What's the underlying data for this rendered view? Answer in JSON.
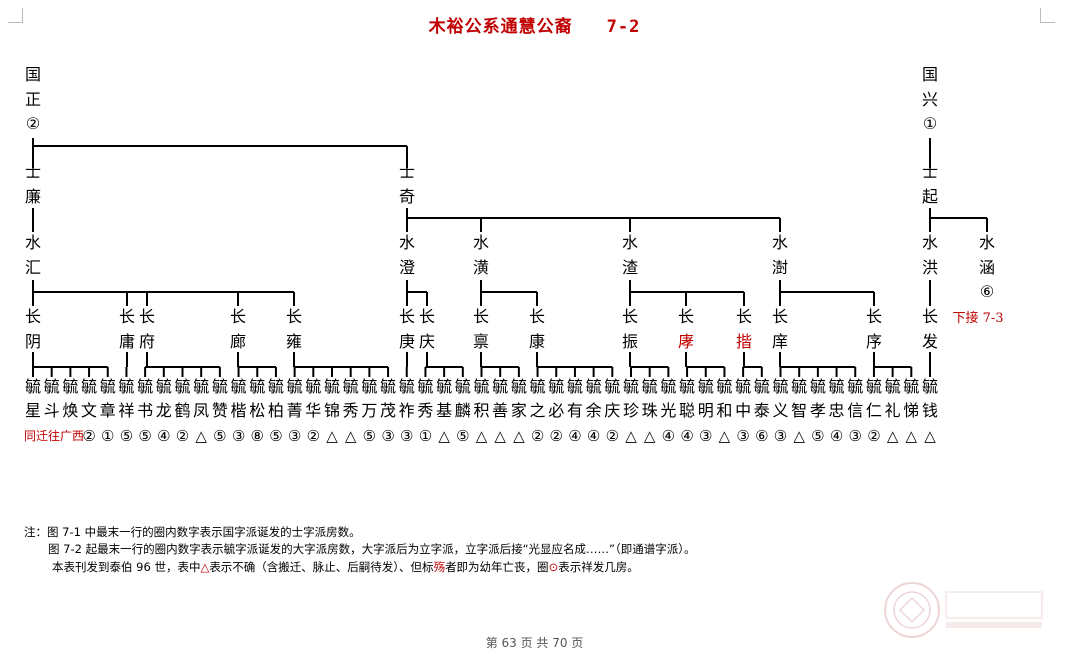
{
  "title": {
    "main": "木裕公系通慧公裔",
    "code": "7-2"
  },
  "roots": [
    {
      "label": "国正",
      "num": "②"
    },
    {
      "label": "国兴",
      "num": "①"
    }
  ],
  "gen_shi": [
    "士廉",
    "士奇",
    "士起"
  ],
  "gen_shui": [
    "水汇",
    "水澄",
    "水潢",
    "水渣",
    "水澍",
    "水洪",
    "水涵"
  ],
  "shui_han_num": "⑥",
  "gen_chang": [
    {
      "label": "长阴"
    },
    {
      "label": "长庸"
    },
    {
      "label": "长府"
    },
    {
      "label": "长廊"
    },
    {
      "label": "长雍"
    },
    {
      "label": "长庚"
    },
    {
      "label": "长庆"
    },
    {
      "label": "长禀"
    },
    {
      "label": "长康"
    },
    {
      "label": "长振"
    },
    {
      "label": "长庨",
      "red": true
    },
    {
      "label": "长揩",
      "red": true
    },
    {
      "label": "长庠"
    },
    {
      "label": "长序"
    },
    {
      "label": "长发"
    }
  ],
  "continuation_note": "下接 7-3",
  "generation_char": "毓",
  "descendants": [
    "星",
    "斗",
    "焕",
    "文",
    "章",
    "祥",
    "书",
    "龙",
    "鹤",
    "凤",
    "赞",
    "楷",
    "松",
    "柏",
    "菁",
    "华",
    "锦",
    "秀",
    "万",
    "茂",
    "祚",
    "秀",
    "基",
    "麟",
    "积",
    "善",
    "家",
    "之",
    "必",
    "有",
    "余",
    "庆",
    "珍",
    "珠",
    "光",
    "聪",
    "明",
    "和",
    "中",
    "泰",
    "义",
    "智",
    "孝",
    "忠",
    "信",
    "仁",
    "礼",
    "悌",
    "钱"
  ],
  "bottom_note": "同迁往广西",
  "bottom_marks": [
    "②",
    "①",
    "⑤",
    "⑤",
    "④",
    "②",
    "△",
    "⑤",
    "③",
    "⑧",
    "⑤",
    "③",
    "②",
    "△",
    "△",
    "⑤",
    "③",
    "③",
    "①",
    "△",
    "⑤",
    "△",
    "△",
    "△",
    "②",
    "②",
    "④",
    "④",
    "②",
    "△",
    "△",
    "④",
    "④",
    "③",
    "△",
    "③",
    "⑥",
    "③",
    "△",
    "⑤",
    "④",
    "③",
    "②",
    "△",
    "△",
    "△"
  ],
  "notes": {
    "line1": "注：图 7-1 中最末一行的圈内数字表示国字派诞发的士字派房数。",
    "line2": "图 7-2 起最末一行的圈内数字表示毓字派诞发的大字派房数，大字派后为立字派，立字派后接“光显应名成……”（即通谱字派）。",
    "line3_a": "本表刊发到泰伯 96 世，表中",
    "line3_tri": "△",
    "line3_b": "表示不确（含搬迁、脉止、后嗣待发）、但标",
    "line3_shang": "殇",
    "line3_c": "者即为幼年亡丧，圈",
    "line3_dot": "⊙",
    "line3_d": "表示祥发几房。"
  },
  "footer": "第 63 页 共 70 页",
  "colors": {
    "red": "#c00000",
    "line": "#000000"
  }
}
